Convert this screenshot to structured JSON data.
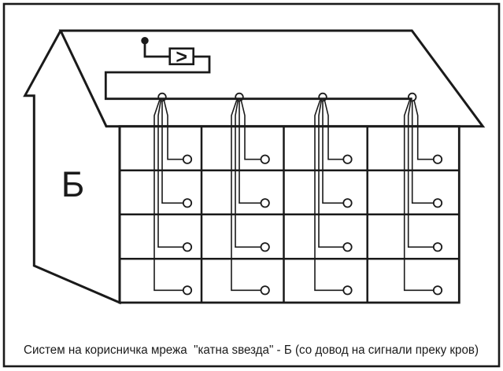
{
  "colors": {
    "ink": "#1a1a1a",
    "background": "#ffffff"
  },
  "diagram": {
    "building_label": "Б",
    "amplifier_symbol": ">",
    "caption": "Систем на корисничка мрежа  \"катна ѕвезда\" - Б (со довод на сигнали преку кров)",
    "floors": 4,
    "risers": 4,
    "outlets_per_riser": 4,
    "geometry": {
      "riser_x": [
        206,
        304,
        410,
        523.7
      ],
      "outlet_x": [
        238,
        336.7,
        441.5,
        556
      ],
      "outlet_y": [
        202.7,
        258.3,
        314.3,
        369.3
      ],
      "cable_offsets": [
        7,
        0,
        -5,
        -10
      ],
      "floor_line_y": [
        216.7,
        272.7,
        329.3
      ],
      "separator_x": [
        256,
        360.5,
        466.7
      ],
      "bus_y": 125.7,
      "grommet_y": 123.5,
      "grommet_radius": 4.8,
      "outlet_radius": 5.2
    }
  }
}
